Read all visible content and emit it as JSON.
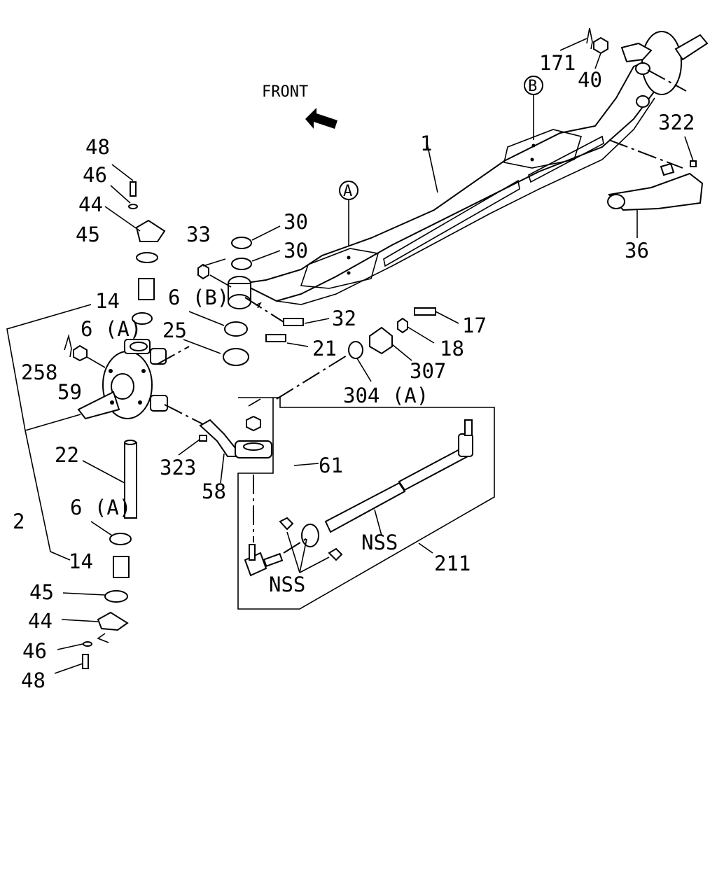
{
  "front_label": "FRONT",
  "ref_a": "A",
  "ref_b": "B",
  "labels": {
    "p1": "1",
    "p2": "2",
    "p14a": "14",
    "p14b": "14",
    "p17": "17",
    "p18": "18",
    "p21": "21",
    "p22": "22",
    "p25": "25",
    "p30a": "30",
    "p30b": "30",
    "p32": "32",
    "p33": "33",
    "p36": "36",
    "p40": "40",
    "p44a": "44",
    "p44b": "44",
    "p45a": "45",
    "p45b": "45",
    "p46a": "46",
    "p46b": "46",
    "p48a": "48",
    "p48b": "48",
    "p58": "58",
    "p59": "59",
    "p61": "61",
    "p171": "171",
    "p211": "211",
    "p258": "258",
    "p304a": "304 (A)",
    "p307": "307",
    "p322": "322",
    "p323": "323",
    "p6a1": "6 (A)",
    "p6a2": "6 (A)",
    "p6b": "6 (B)",
    "nss1": "NSS",
    "nss2": "NSS"
  }
}
